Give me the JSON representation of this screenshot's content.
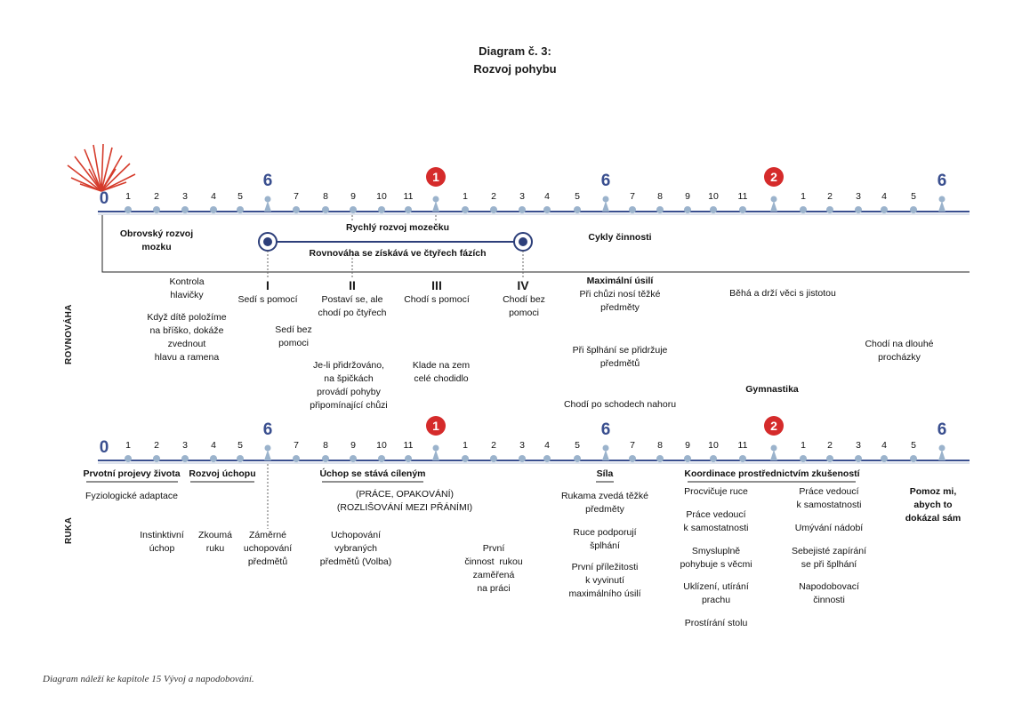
{
  "title": {
    "line1": "Diagram č. 3:",
    "line2": "Rozvoj pohybu"
  },
  "side_labels": {
    "top": "ROVNOVÁHA",
    "bottom": "RUKA"
  },
  "caption": "Diagram náleží ke kapitole 15 Vývoj a napodobování.",
  "timeline": {
    "start": "0",
    "six": "6",
    "months": [
      "1",
      "2",
      "3",
      "4",
      "5",
      "7",
      "8",
      "9",
      "10",
      "11"
    ],
    "months_b": [
      "1",
      "2",
      "3",
      "4",
      "5",
      "7",
      "8",
      "9",
      "10",
      "11"
    ],
    "months_c": [
      "1",
      "2",
      "3",
      "4",
      "5"
    ],
    "year1": "1",
    "year2": "2"
  },
  "colors": {
    "axis": "#3a4f8f",
    "year_marker": "#d52b2b",
    "marker": "#9bb3cc"
  },
  "balance": {
    "box_left": "Obrovský rozvoj\nmozku",
    "cerebellum": "Rychlý rozvoj mozečku",
    "four_phases": "Rovnováha se získává ve čtyřech fázích",
    "cycles": "Cykly činnosti",
    "phases": [
      "I",
      "II",
      "III",
      "IV"
    ],
    "head_control": "Kontrola\nhlavičky",
    "prone": "Když dítě položíme\nna bříško, dokáže\nzvednout\nhlavu a ramena",
    "sits_help": "Sedí s pomocí",
    "sits_alone": "Sedí bez\npomoci",
    "stands": "Postaví se, ale\nchodí po čtyřech",
    "tiptoe": "Je-li přidržováno,\nna špičkách\nprovádí pohyby\npřipomínající chůzi",
    "walks_help": "Chodí s pomocí",
    "sole": "Klade na zem\ncelé chodidlo",
    "walks_alone": "Chodí bez\npomoci",
    "max_effort": "Maximální úsilí",
    "carries": "Při chůzi nosí těžké\npředměty",
    "climbs": "Při šplhání se přidržuje\npředmětů",
    "stairs": "Chodí po schodech nahoru",
    "runs": "Běhá a drží věci s jistotou",
    "gymnastics": "Gymnastika",
    "long_walks": "Chodí na dlouhé\nprocházky"
  },
  "hand": {
    "first_life": "Prvotní projevy života",
    "grasp_dev": "Rozvoj úchopu",
    "purposeful": "Úchop se stává cíleným",
    "strength": "Síla",
    "coordination": "Koordinace prostřednictvím zkušeností",
    "physio": "Fyziologické adaptace",
    "instinct": "Instinktivní\núchop",
    "explores": "Zkoumá\nruku",
    "intent": "Záměrné\nuchopování\npředmětů",
    "work_rep": "(PRÁCE, OPAKOVÁNÍ)\n(ROZLIŠOVÁNÍ MEZI PŘÁNÍMI)",
    "choose": "Uchopování\nvybraných\npředmětů (Volba)",
    "first_task": "První\nčinnost  rukou\nzaměřená\nna práci",
    "lifts": "Rukama zvedá těžké\npředměty",
    "supports": "Ruce podporují\nšplhání",
    "chances": "První příležitosti\nk vyvinutí\nmaximálního úsilí",
    "practice": "Procvičuje ruce",
    "ind_work": "Práce vedoucí\nk samostatnosti",
    "meaningful": "Smysluplně\npohybuje s věcmi",
    "dust": "Uklízení, utírání\nprachu",
    "table": "Prostírání stolu",
    "ind_work2": "Práce vedoucí\nk samostatnosti",
    "dishes": "Umývání nádobí",
    "confident": "Sebejisté zapírání\nse při šplhání",
    "imitation": "Napodobovací\nčinnosti",
    "help_me": "Pomoz mi,\nabych to\ndokázal sám"
  }
}
